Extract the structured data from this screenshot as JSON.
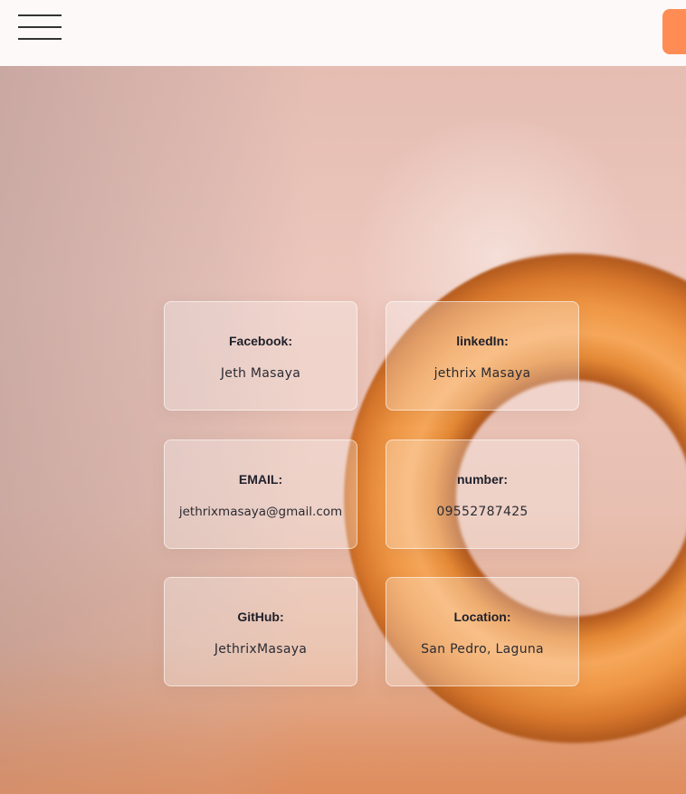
{
  "header": {
    "menu_icon": "hamburger-menu-icon",
    "accent": "#ff8c55"
  },
  "contacts": [
    {
      "label": "Facebook:",
      "value": "Jeth Masaya"
    },
    {
      "label": "linkedIn:",
      "value": "jethrix Masaya"
    },
    {
      "label": "EMAIL:",
      "value": "jethrixmasaya@gmail.com"
    },
    {
      "label": "number:",
      "value": "09552787425"
    },
    {
      "label": "GitHub:",
      "value": "JethrixMasaya"
    },
    {
      "label": "Location:",
      "value": "San Pedro, Laguna"
    }
  ]
}
